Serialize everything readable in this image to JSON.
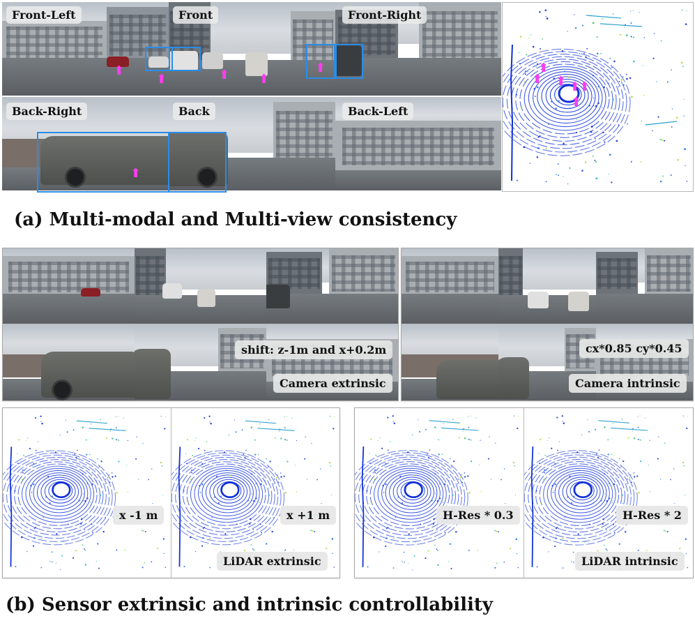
{
  "section_a": {
    "caption": "(a) Multi-modal and Multi-view consistency",
    "views": {
      "front_left": "Front-Left",
      "front": "Front",
      "front_right": "Front-Right",
      "back_right": "Back-Right",
      "back": "Back",
      "back_left": "Back-Left"
    }
  },
  "section_b": {
    "caption": "(b) Sensor extrinsic and intrinsic controllability",
    "camera_extrinsic": {
      "shift": "shift: z-1m and x+0.2m",
      "label": "Camera extrinsic"
    },
    "camera_intrinsic": {
      "params": "cx*0.85 cy*0.45",
      "label": "Camera intrinsic"
    },
    "lidar_extrinsic": {
      "minus": "x -1 m",
      "plus": "x +1 m",
      "label": "LiDAR extrinsic"
    },
    "lidar_intrinsic": {
      "low": "H-Res * 0.3",
      "high": "H-Res * 2",
      "label": "LiDAR intrinsic"
    }
  },
  "colors": {
    "bbox": "#2a8de8",
    "arrow": "#ff3cf0",
    "lidar": "#1030d8"
  }
}
